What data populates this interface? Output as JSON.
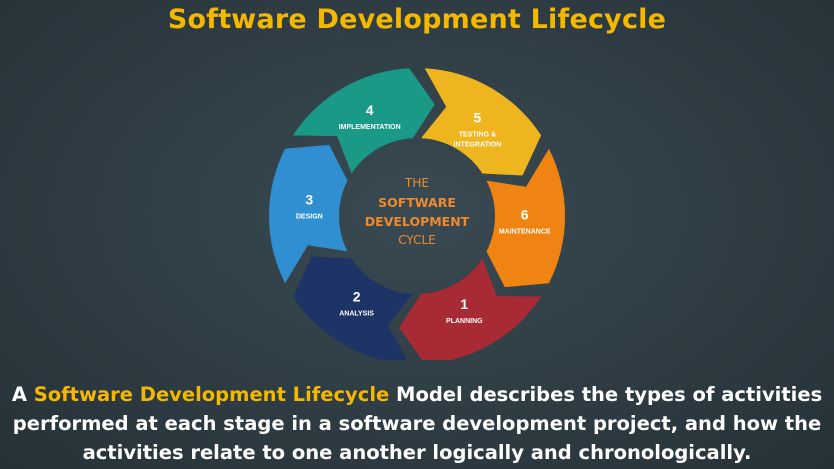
{
  "title": "Software Development Lifecycle",
  "cycle": {
    "center_lines": [
      "THE",
      "SOFTWARE",
      "DEVELOPMENT",
      "CYCLE"
    ],
    "stages": [
      {
        "number": "1",
        "label": [
          "PLANNING"
        ],
        "color": "#a82a34"
      },
      {
        "number": "2",
        "label": [
          "ANALYSIS"
        ],
        "color": "#1f3466"
      },
      {
        "number": "3",
        "label": [
          "DESIGN"
        ],
        "color": "#2f8fd0"
      },
      {
        "number": "4",
        "label": [
          "IMPLEMENTATION"
        ],
        "color": "#1a9a86"
      },
      {
        "number": "5",
        "label": [
          "TESTING &",
          "INTEGRATION"
        ],
        "color": "#efb51e"
      },
      {
        "number": "6",
        "label": [
          "MAINTENANCE"
        ],
        "color": "#ef8412"
      }
    ]
  },
  "description": {
    "prefix": "A ",
    "highlight": "Software Development Lifecycle",
    "rest": " Model describes the types of activities performed at each stage in a software development project, and how the activities relate to one another logically and chronologically."
  }
}
